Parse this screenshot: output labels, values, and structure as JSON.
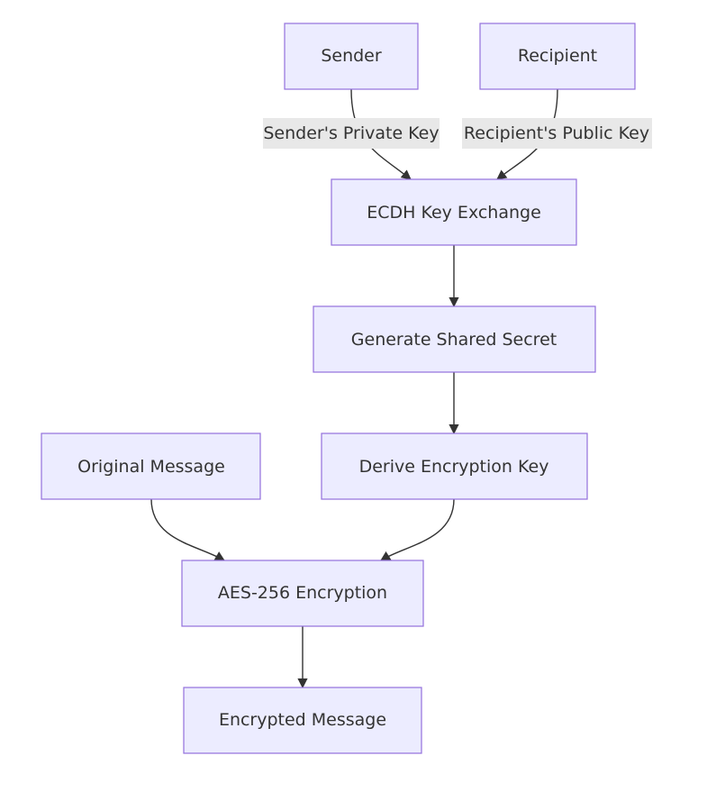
{
  "diagram": {
    "nodes": {
      "sender": "Sender",
      "recipient": "Recipient",
      "ecdh": "ECDH Key Exchange",
      "shared_secret": "Generate Shared Secret",
      "original_message": "Original Message",
      "derive_key": "Derive Encryption Key",
      "aes": "AES-256 Encryption",
      "encrypted_message": "Encrypted Message"
    },
    "edge_labels": {
      "sender_to_ecdh": "Sender's Private Key",
      "recipient_to_ecdh": "Recipient's Public Key"
    },
    "colors": {
      "node_fill": "#ececff",
      "node_stroke": "#9370db",
      "edge": "#333333",
      "label_bg": "#e8e8e8",
      "text": "#333333"
    }
  }
}
